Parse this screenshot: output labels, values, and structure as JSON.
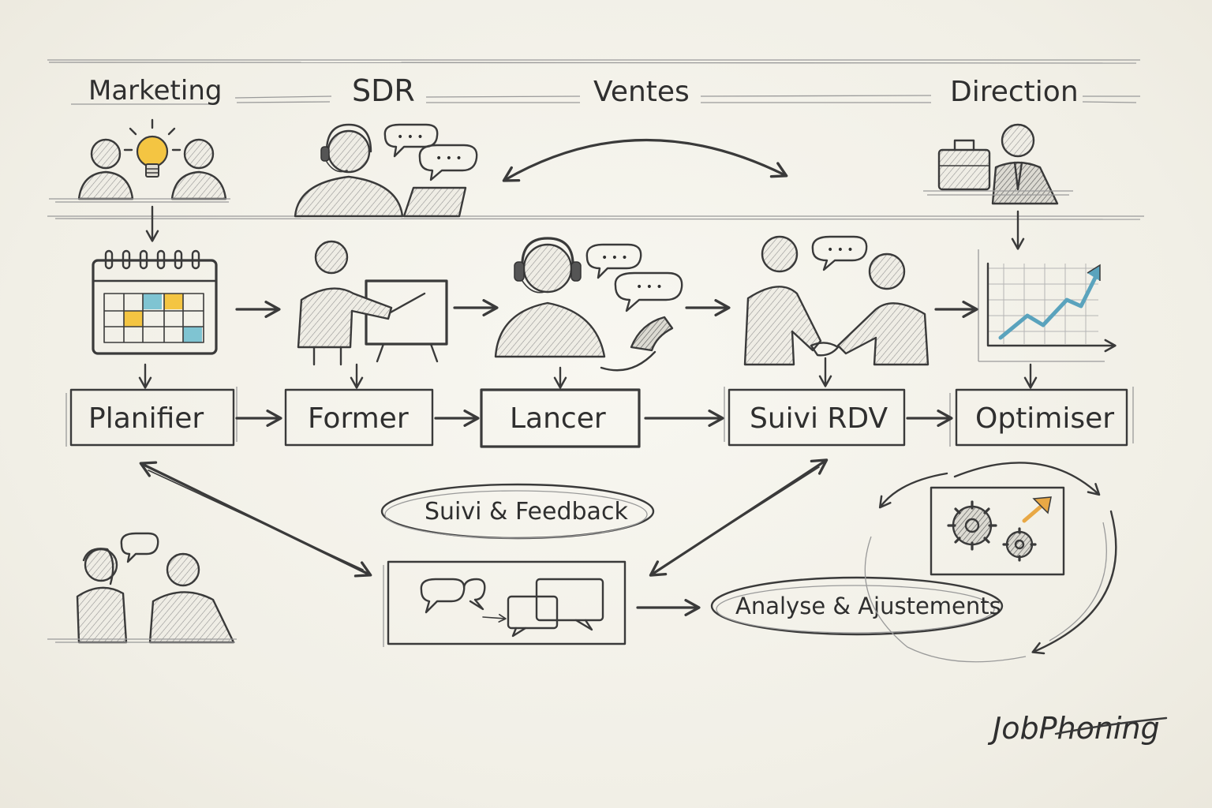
{
  "lanes": {
    "marketing": "Marketing",
    "sdr": "SDR",
    "ventes": "Ventes",
    "direction": "Direction"
  },
  "steps": [
    {
      "id": "planifier",
      "label": "Planifier",
      "highlighted": false
    },
    {
      "id": "former",
      "label": "Former",
      "highlighted": false
    },
    {
      "id": "lancer",
      "label": "Lancer",
      "highlighted": true
    },
    {
      "id": "suivi-rdv",
      "label": "Suivi RDV",
      "highlighted": false
    },
    {
      "id": "optimiser",
      "label": "Optimiser",
      "highlighted": false
    }
  ],
  "loops": {
    "feedback": "Suivi & Feedback",
    "analysis": "Analyse & Ajustements"
  },
  "speech_bubble_text": "• • •",
  "brand": "JobPhoning",
  "colors": {
    "ink": "#3a3a3a",
    "highlight": "#f2c94c",
    "accent_blue": "#7fc4d2",
    "accent_yellow": "#f4c542",
    "accent_orange": "#e8a845",
    "paper": "#f4f2ea"
  }
}
